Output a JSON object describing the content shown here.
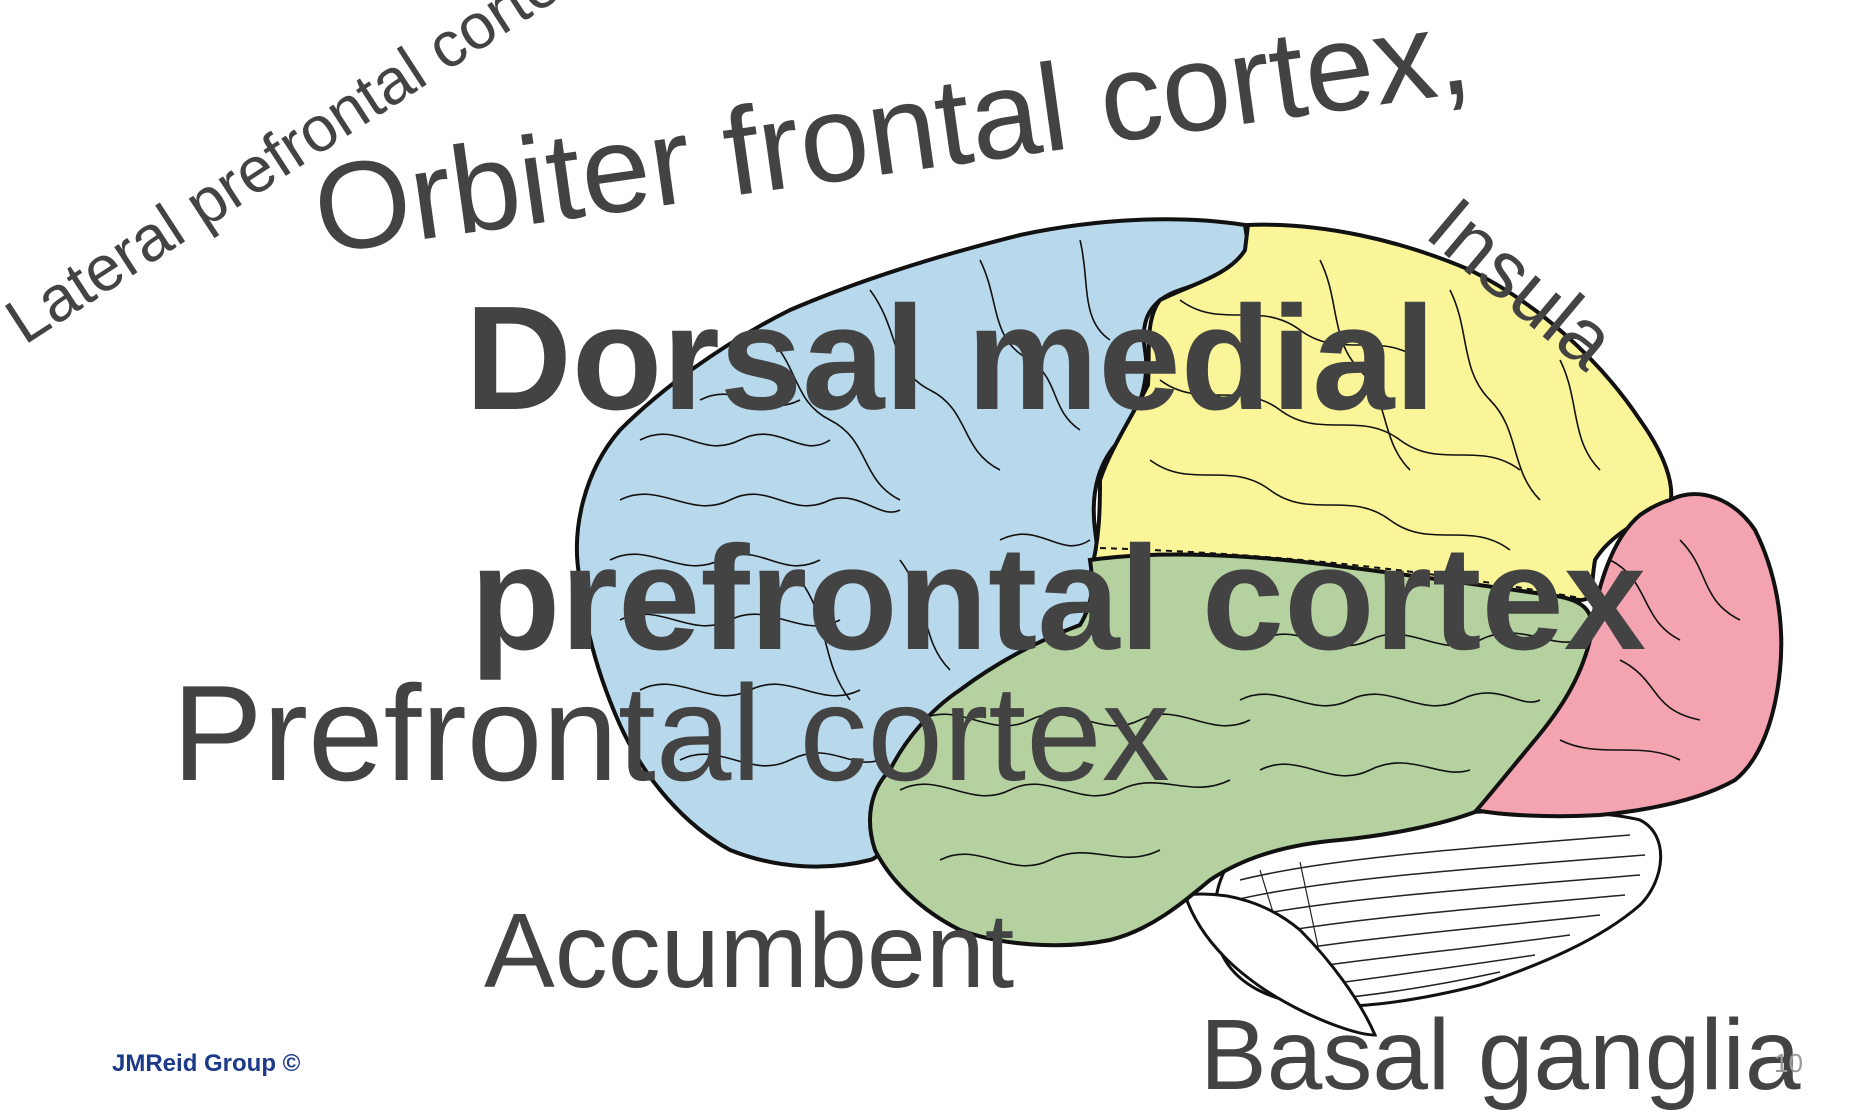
{
  "labels": {
    "lateral": "Lateral prefrontal cortex",
    "orbiter": "Orbiter frontal cortex,",
    "insula": "Insula",
    "dorsal_line1": "Dorsal medial",
    "dorsal_line2": "prefrontal cortex",
    "prefrontal": "Prefrontal cortex",
    "accumbent": "Accumbent",
    "basal": "Basal ganglia"
  },
  "footer": {
    "credit": "JMReid Group ©",
    "slide_number": "10"
  },
  "colors": {
    "text": "#434343",
    "frontal_lobe": "#b8d8ec",
    "parietal_lobe": "#fbf59a",
    "temporal_lobe": "#b5d1a0",
    "occipital_lobe": "#f4a4b0",
    "cerebellum": "#ffffff",
    "credit": "#1d3a8a"
  }
}
